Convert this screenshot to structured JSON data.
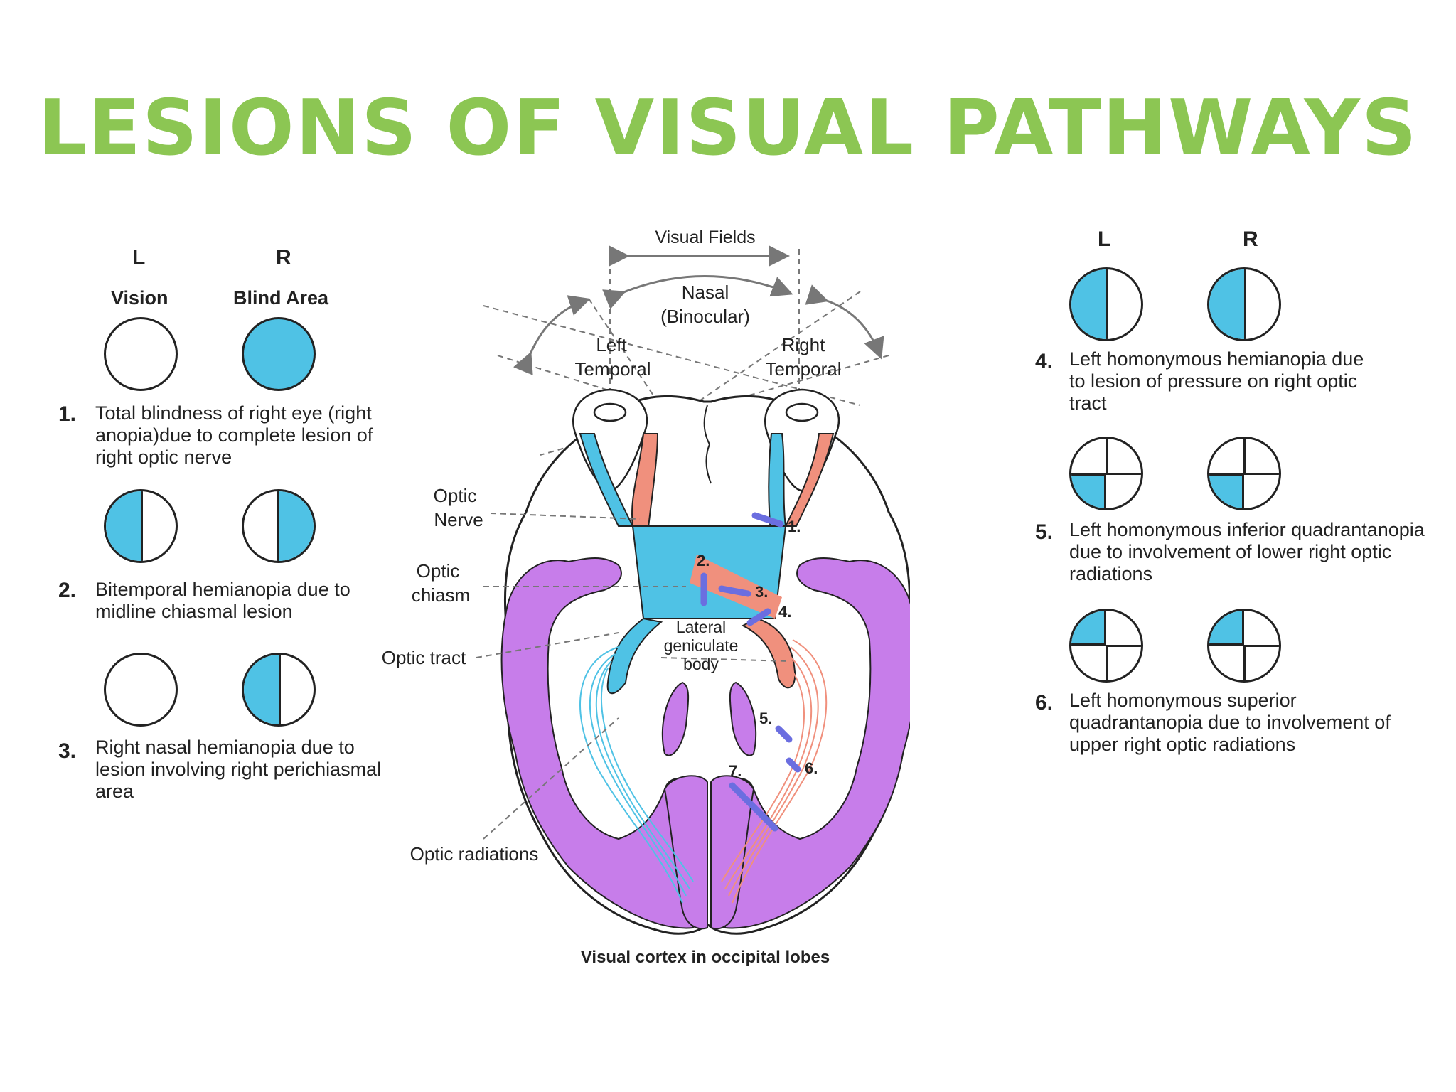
{
  "title": "LESIONS OF VISUAL PATHWAYS",
  "left_panel": {
    "col_l": "L",
    "col_r": "R",
    "sub_l": "Vision",
    "sub_r": "Blind Area",
    "items": [
      {
        "num": "1.",
        "text": "Total blindness of right eye (right anopia)due to complete lesion of right optic nerve"
      },
      {
        "num": "2.",
        "text": "Bitemporal hemianopia due to midline chiasmal lesion"
      },
      {
        "num": "3.",
        "text": "Right nasal hemianopia due to lesion involving right perichiasmal area"
      }
    ]
  },
  "right_panel": {
    "col_l": "L",
    "col_r": "R",
    "items": [
      {
        "num": "4.",
        "text": "Left homonymous hemianopia due to lesion of pressure on right optic tract"
      },
      {
        "num": "5.",
        "text": "Left homonymous inferior quadrantanopia due to involvement of lower right optic radiations"
      },
      {
        "num": "6.",
        "text": "Left homonymous superior quadrantanopia due to involvement of upper right optic radiations"
      }
    ]
  },
  "diagram": {
    "visual_fields": "Visual Fields",
    "nasal": "Nasal",
    "binocular": "(Binocular)",
    "left_temporal_1": "Left",
    "left_temporal_2": "Temporal",
    "right_temporal_1": "Right",
    "right_temporal_2": "Temporal",
    "optic_nerve_1": "Optic",
    "optic_nerve_2": "Nerve",
    "optic_chiasm_1": "Optic",
    "optic_chiasm_2": "chiasm",
    "optic_tract": "Optic tract",
    "lgb_1": "Lateral",
    "lgb_2": "geniculate",
    "lgb_3": "body",
    "optic_radiations": "Optic radiations",
    "caption": "Visual cortex in occipital lobes",
    "lesion_labels": [
      "1.",
      "2.",
      "3.",
      "4.",
      "5.",
      "6.",
      "7."
    ]
  },
  "colors": {
    "title": "#8cc653",
    "blind": "#4fc2e5",
    "cortex": "#c77dea",
    "nasal_fibers": "#f0907d",
    "lesion_marker": "#6b6ee0"
  }
}
